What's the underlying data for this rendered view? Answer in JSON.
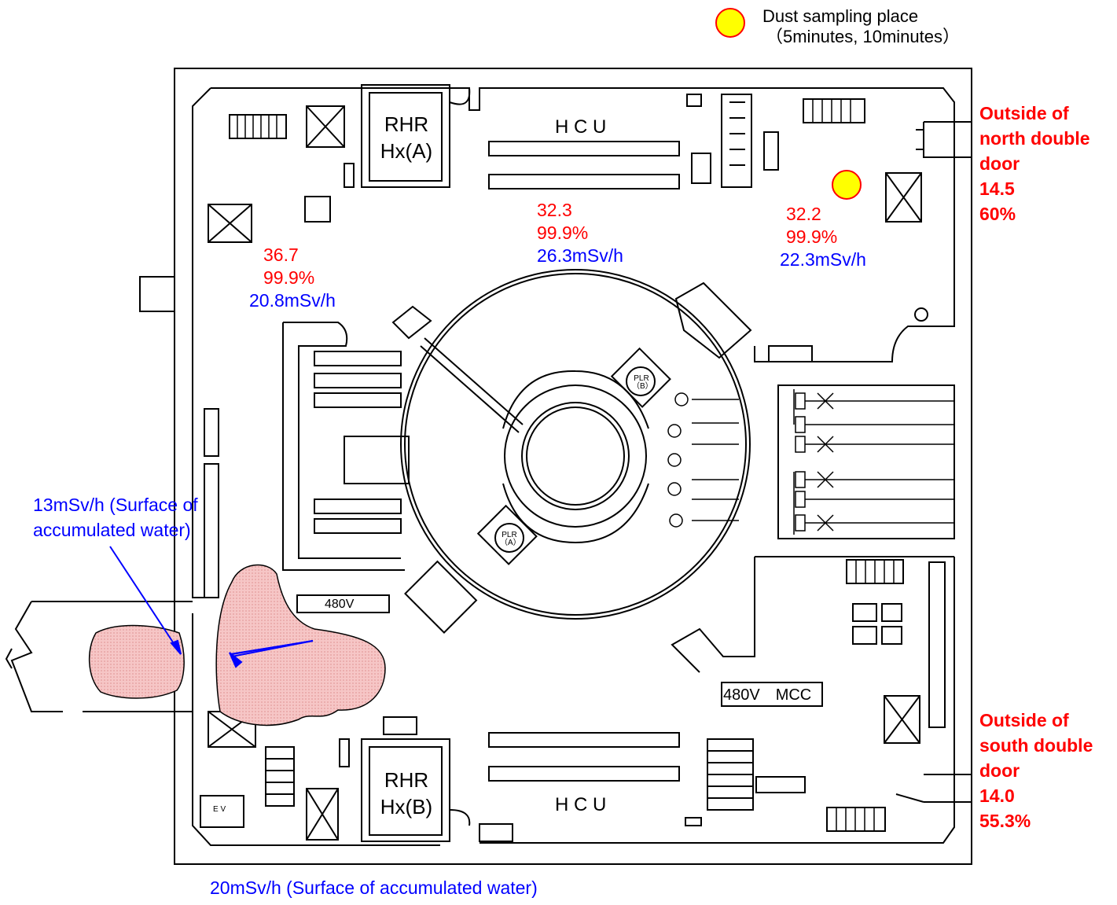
{
  "legend": {
    "marker_color": "#ffff00",
    "line1": "Dust sampling place",
    "line2": "（5minutes, 10minutes）"
  },
  "equipment": {
    "rhr_a_line1": "RHR",
    "rhr_a_line2": "Hx(A)",
    "rhr_b_line1": "RHR",
    "rhr_b_line2": "Hx(B)",
    "hcu_top": "H C U",
    "hcu_bottom": "H C U",
    "plr_b_line1": "PLR",
    "plr_b_line2": "（B）",
    "plr_a_line1": "PLR",
    "plr_a_line2": "（A）",
    "panel_480v": "480V",
    "panel_480v_mcc": "480V　MCC",
    "ev": "E V"
  },
  "measurements": [
    {
      "id": "nw",
      "v1": "36.7",
      "v2": "99.9%",
      "dose": "20.8mSv/h"
    },
    {
      "id": "n",
      "v1": "32.3",
      "v2": "99.9%",
      "dose": "26.3mSv/h"
    },
    {
      "id": "ne",
      "v1": "32.2",
      "v2": "99.9%",
      "dose": "22.3mSv/h"
    }
  ],
  "outside_north": {
    "l1": "Outside of",
    "l2": "north double",
    "l3": "door",
    "v1": "14.5",
    "v2": "60%"
  },
  "outside_south": {
    "l1": "Outside of",
    "l2": "south double",
    "l3": "door",
    "v1": "14.0",
    "v2": "55.3%"
  },
  "water": {
    "left_l1": "13mSv/h (Surface of",
    "left_l2": "accumulated water)",
    "bottom": "20mSv/h (Surface of accumulated water)",
    "fill_color": "#f6c6c6"
  },
  "colors": {
    "measure_red": "#ff0000",
    "dose_blue": "#0000ff"
  }
}
